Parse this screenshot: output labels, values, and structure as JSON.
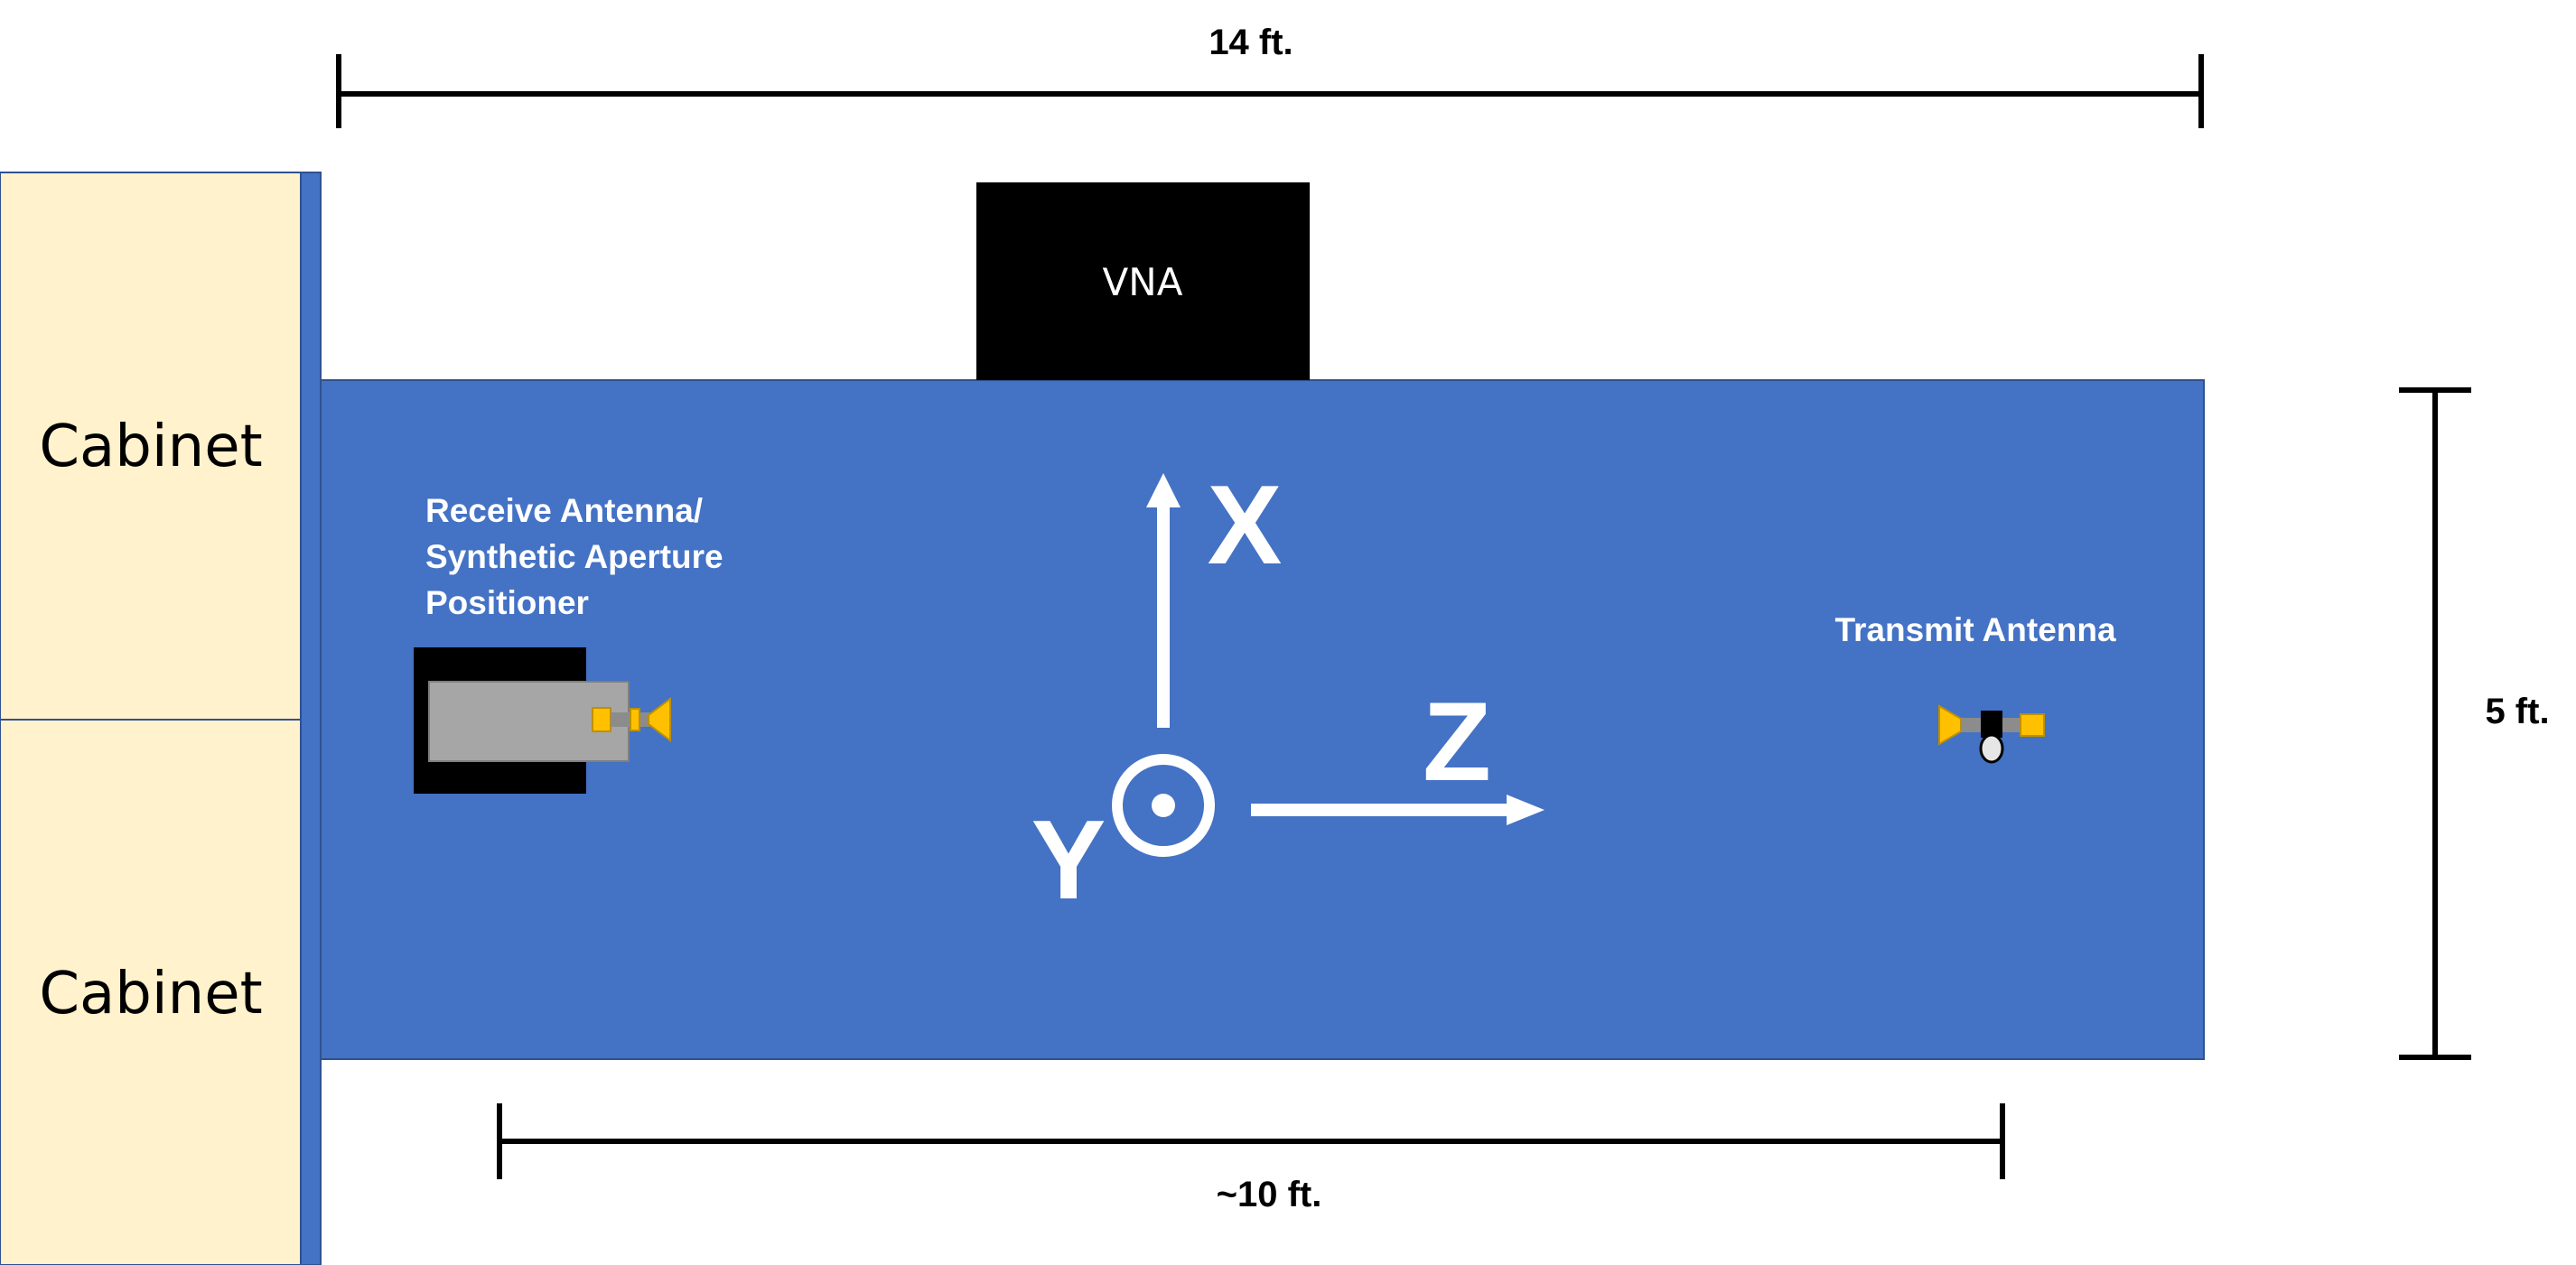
{
  "dimensions": {
    "top_width": "14 ft.",
    "right_height": "5 ft.",
    "bottom_distance": "~10 ft."
  },
  "cabinets": [
    {
      "label": "Cabinet"
    },
    {
      "label": "Cabinet"
    }
  ],
  "vna": {
    "label": "VNA"
  },
  "receive_antenna": {
    "lines": [
      "Receive Antenna/",
      "Synthetic Aperture",
      "Positioner"
    ]
  },
  "transmit_antenna": {
    "label": "Transmit Antenna"
  },
  "axes": {
    "x": "X",
    "y": "Y",
    "z": "Z"
  },
  "colors": {
    "table": "#4472C4",
    "cabinet": "#FFF2CC",
    "vna": "#000000",
    "positioner_body": "#A6A6A6",
    "horn": "#FFC000"
  }
}
